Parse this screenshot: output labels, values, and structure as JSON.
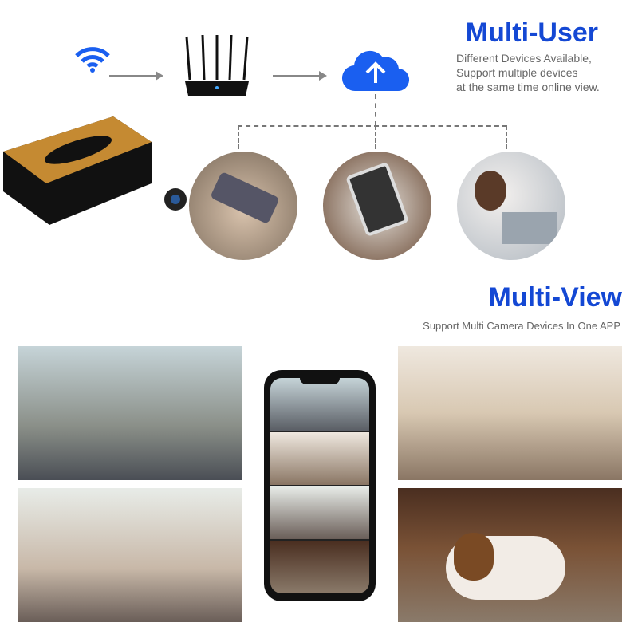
{
  "multi_user": {
    "title": "Multi-User",
    "lines": [
      "Different Devices Available,",
      "Support multiple devices",
      "at the same time online view."
    ]
  },
  "multi_view": {
    "title": "Multi-View",
    "subtitle": "Support Multi Camera Devices In One APP"
  },
  "colors": {
    "accent": "#1448d4",
    "cloud": "#1a5ff0"
  }
}
